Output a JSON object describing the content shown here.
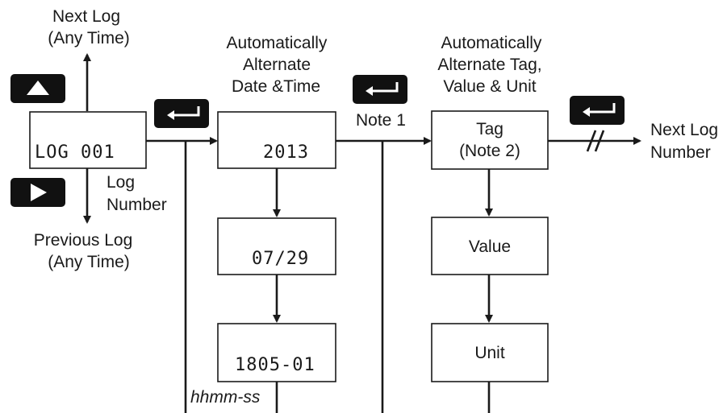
{
  "labels": {
    "next_log": [
      "Next Log",
      "(Any Time)"
    ],
    "previous_log": [
      "Previous Log",
      "(Any Time)"
    ],
    "log_number": [
      "Log",
      "Number"
    ],
    "auto_date_time": [
      "Automatically",
      "Alternate",
      "Date &Time"
    ],
    "auto_tag_value_unit": [
      "Automatically",
      "Alternate Tag,",
      "Value & Unit"
    ],
    "note1": "Note 1",
    "next_log_number": [
      "Next Log",
      "Number"
    ],
    "time_format": "hhmm-ss"
  },
  "displays": {
    "log": "LOG 001",
    "year": "2013",
    "date": "07/29",
    "time": "1805-01"
  },
  "boxes": {
    "tag": [
      "Tag",
      "(Note 2)"
    ],
    "value": "Value",
    "unit": "Unit"
  },
  "buttons": {
    "up": "up-arrow-button",
    "right": "right-arrow-button",
    "enter": "enter-button"
  }
}
